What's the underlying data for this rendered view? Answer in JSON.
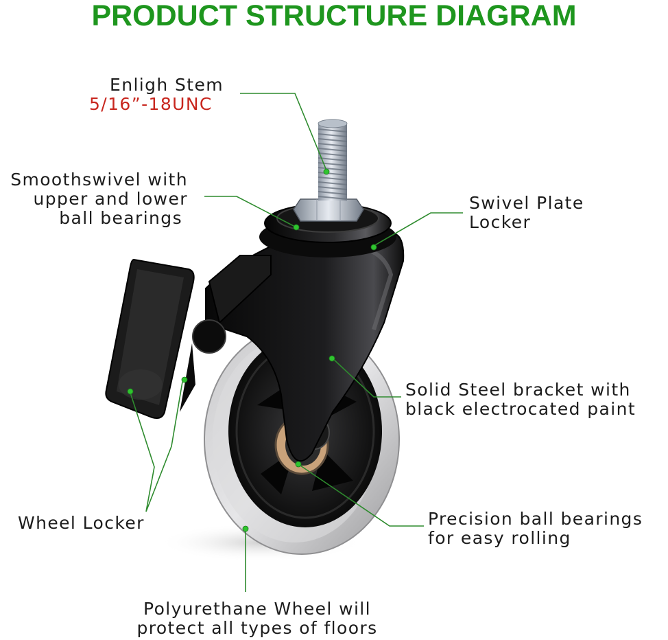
{
  "title": "PRODUCT STRUCTURE DIAGRAM",
  "colors": {
    "title": "#1e961e",
    "leader": "#2e8b2e",
    "dot": "#2fc42f",
    "spec": "#c8261e",
    "text": "#1c1c1c"
  },
  "labels": {
    "stem": {
      "line1": "Enligh Stem",
      "spec": "5/16”-18UNC"
    },
    "swivel": {
      "line1": "Smoothswivel with",
      "line2": "upper and lower",
      "line3": "ball bearings"
    },
    "plate": {
      "line1": "Swivel Plate",
      "line2": "Locker"
    },
    "bracket": {
      "line1": "Solid Steel bracket with",
      "line2": "black electrocated paint"
    },
    "locker": {
      "line1": "Wheel Locker"
    },
    "bearing": {
      "line1": "Precision ball bearings",
      "line2": "for easy rolling"
    },
    "wheel": {
      "line1": "Polyurethane Wheel will",
      "line2": "protect all types of floors"
    }
  }
}
